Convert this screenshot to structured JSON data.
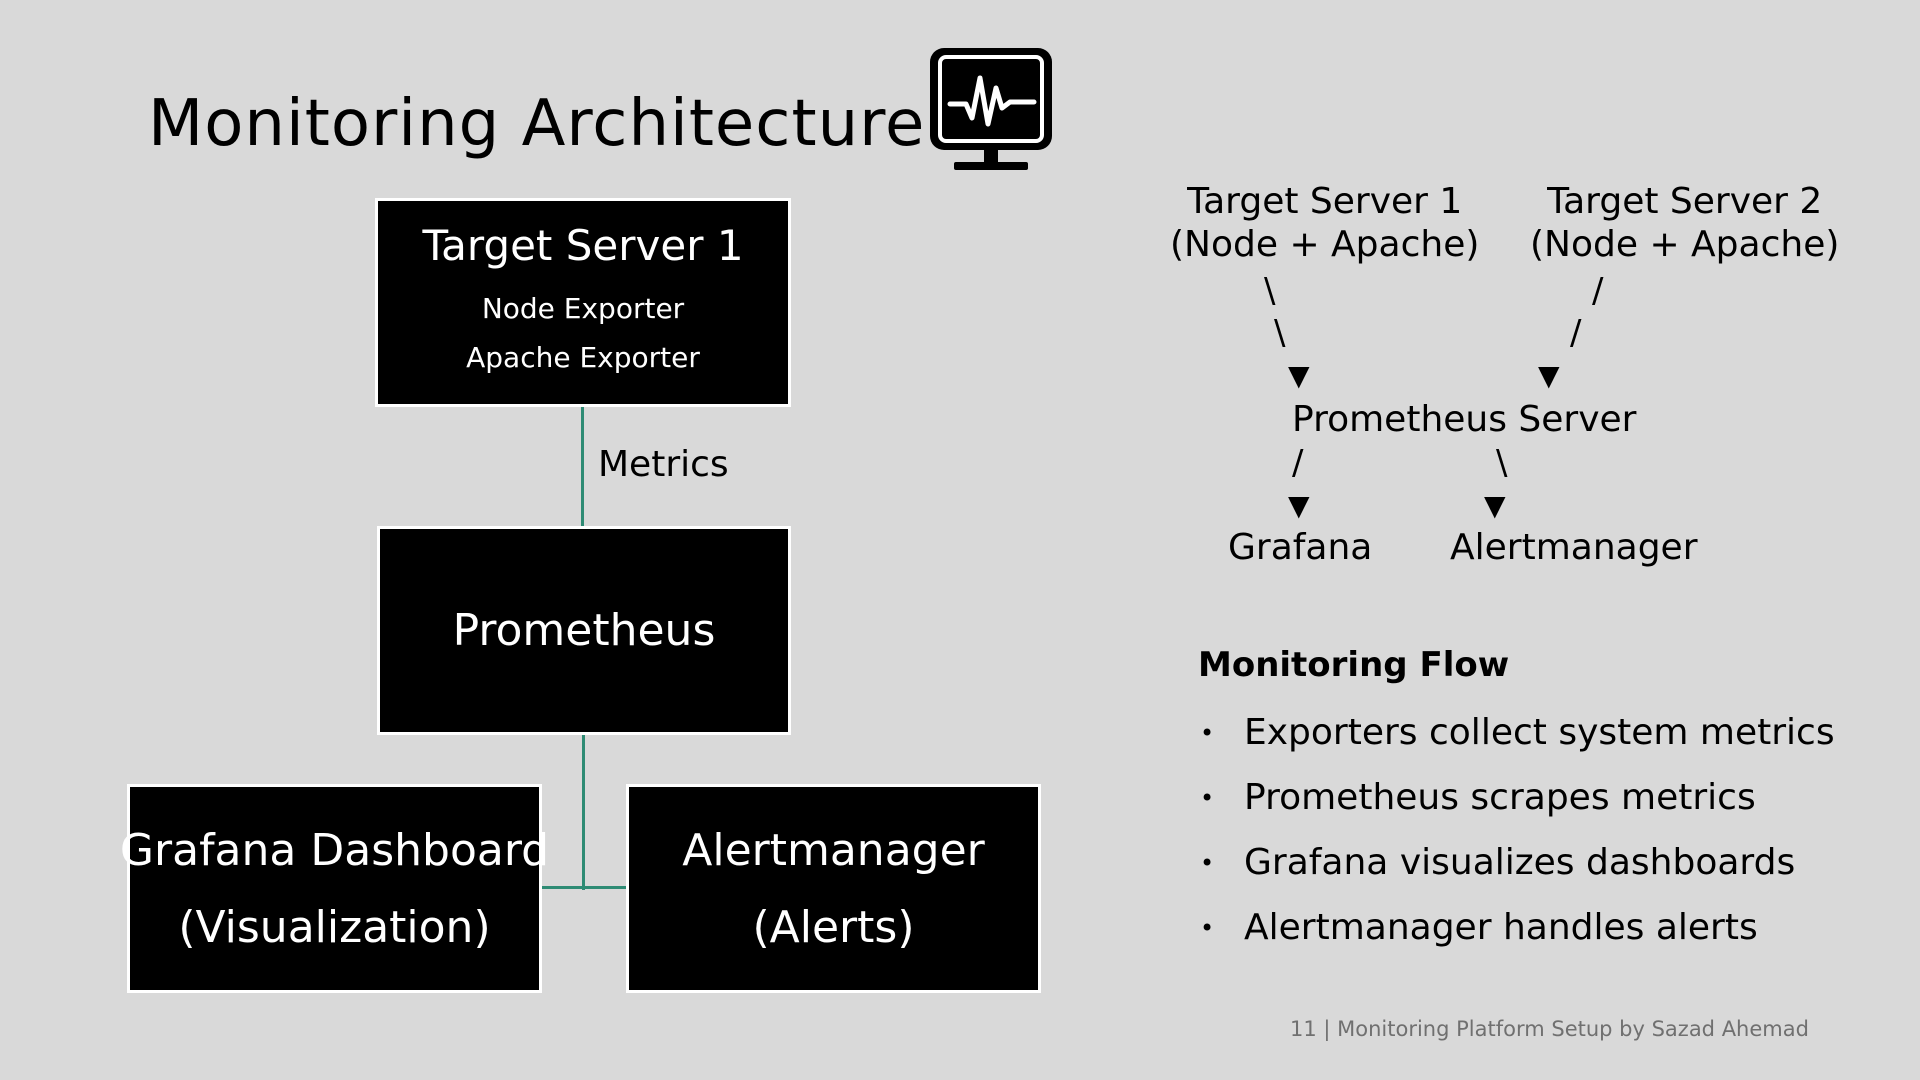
{
  "title": "Monitoring Architecture",
  "icons": {
    "monitor": "monitor-pulse-icon"
  },
  "left_diagram": {
    "target_server": {
      "title": "Target Server 1",
      "items": [
        "Node Exporter",
        "Apache Exporter"
      ]
    },
    "connector_label": "Metrics",
    "prometheus": {
      "title": "Prometheus"
    },
    "grafana": {
      "line1": "Grafana Dashboard",
      "line2": "(Visualization)"
    },
    "alertmanager": {
      "line1": "Alertmanager",
      "line2": "(Alerts)"
    }
  },
  "right_diagram": {
    "target1": {
      "line1": "Target Server 1",
      "line2": "(Node + Apache)"
    },
    "target2": {
      "line1": "Target Server 2",
      "line2": "(Node + Apache)"
    },
    "prometheus_server": "Prometheus Server",
    "grafana": "Grafana",
    "alertmanager": "Alertmanager",
    "backslash": "\\",
    "slash": "/",
    "arrow": "▼"
  },
  "monitoring_flow": {
    "heading": "Monitoring Flow",
    "bullet_char": "•",
    "items": [
      "Exporters collect system metrics",
      "Prometheus scrapes metrics",
      "Grafana visualizes dashboards",
      "Alertmanager handles alerts"
    ]
  },
  "footer": "11 | Monitoring Platform Setup by Sazad Ahemad",
  "colors": {
    "background": "#d9d9d9",
    "box": "#000000",
    "connector": "#2e8b74",
    "footer_text": "#707070"
  }
}
